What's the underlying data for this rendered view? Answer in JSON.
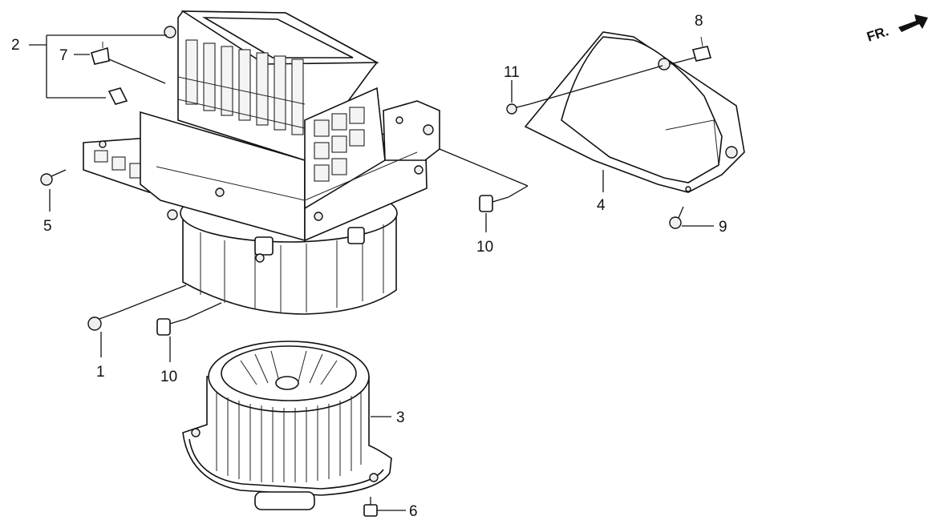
{
  "orientation": {
    "label": "FR."
  },
  "callouts": {
    "c1": "1",
    "c2": "2",
    "c3": "3",
    "c4": "4",
    "c5": "5",
    "c6": "6",
    "c7": "7",
    "c8": "8",
    "c9": "9",
    "c10a": "10",
    "c10b": "10",
    "c11": "11"
  }
}
